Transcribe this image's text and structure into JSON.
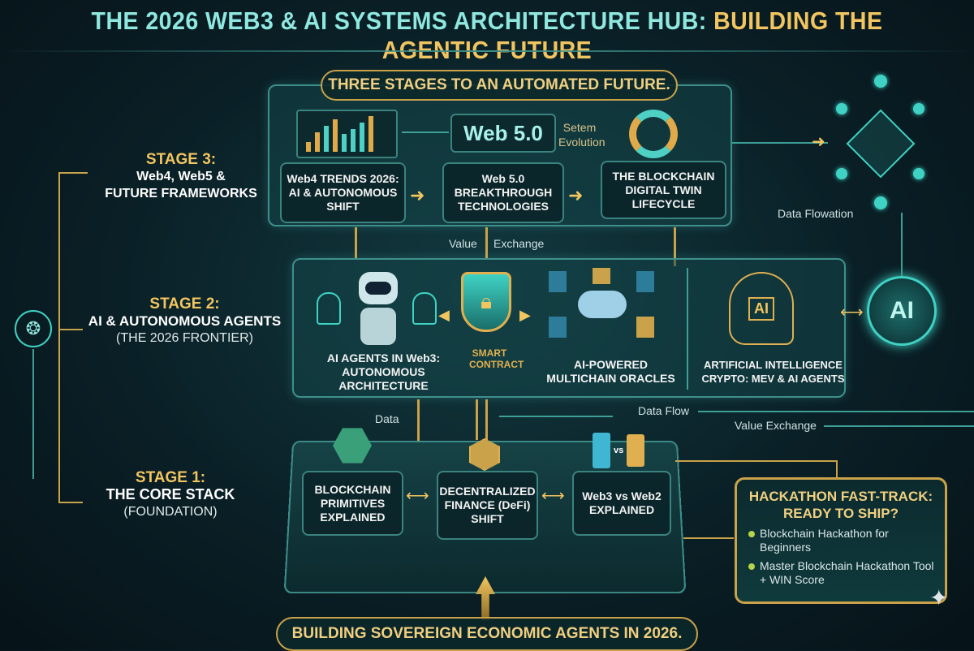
{
  "title": {
    "part1": "THE 2026 WEB3 & AI SYSTEMS ARCHITECTURE HUB:",
    "part2": " BUILDING THE AGENTIC FUTURE"
  },
  "header_pill": "THREE STAGES TO AN AUTOMATED FUTURE.",
  "footer_pill": "BUILDING SOVEREIGN ECONOMIC AGENTS IN 2026.",
  "stages": [
    {
      "label": "STAGE 3:",
      "name": "Web4, Web5 &\nFUTURE FRAMEWORKS"
    },
    {
      "label": "STAGE 2:",
      "name": "AI & AUTONOMOUS AGENTS",
      "sub": "(THE 2026 FRONTIER)"
    },
    {
      "label": "STAGE 1:",
      "name": "THE CORE STACK",
      "sub": "(FOUNDATION)"
    }
  ],
  "stage3_cards": [
    "Web4 TRENDS 2026:\nAI & AUTONOMOUS\nSHIFT",
    "Web 5.0\nBREAKTHROUGH\nTECHNOLOGIES",
    "THE BLOCKCHAIN\nDIGITAL TWIN\nLIFECYCLE"
  ],
  "web5_badge": "Web 5.0",
  "setem_label": "Setem\nEvolution",
  "stage2_cards": [
    "AI AGENTS IN Web3:\nAUTONOMOUS ARCHITECTURE",
    "AI-POWERED\nMULTICHAIN ORACLES",
    "ARTIFICIAL INTELLIGENCE\nCRYPTO: MEV & AI AGENTS"
  ],
  "smart_contract": "SMART\nCONTRACT",
  "ai_badge": "AI",
  "stage1_cards": [
    "BLOCKCHAIN\nPRIMITIVES\nEXPLAINED",
    "DECENTRALIZED\nFINANCE (DeFi)\nSHIFT",
    "Web3 vs Web2\nEXPLAINED"
  ],
  "vs_label": "vs",
  "flow_labels": {
    "value_exchange_top": "Value",
    "value_exchange_top2": "Exchange",
    "data_flowation": "Data Flowation",
    "data": "Data",
    "data_flow": "Data Flow",
    "value_exchange": "Value Exchange"
  },
  "hackathon": {
    "title": "HACKATHON FAST-TRACK:\nREADY TO SHIP?",
    "items": [
      "Blockchain Hackathon for Beginners",
      "Master Blockchain Hackathon Tool + WIN Score"
    ]
  },
  "colors": {
    "teal": "#8fe8e0",
    "gold": "#f2c560",
    "panel_border": "#3e8f8a",
    "background": "#0a1f26"
  },
  "icons": [
    "brain-icon",
    "bar-chart-icon",
    "cycle-arrows-icon",
    "network-cube-icon",
    "robot-icon",
    "shield-lock-icon",
    "cloud-servers-icon",
    "ai-head-icon",
    "hexagon-blocks-icon",
    "ai-network-icon",
    "sparkle-icon"
  ]
}
